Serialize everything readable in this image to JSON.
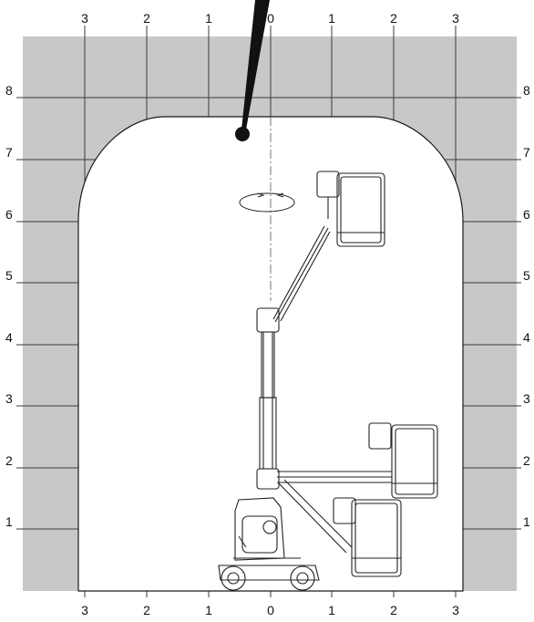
{
  "x_axis": {
    "top_ticks": [
      "3",
      "2",
      "1",
      "0",
      "1",
      "2",
      "3"
    ],
    "bottom_ticks": [
      "3",
      "2",
      "1",
      "0",
      "1",
      "2",
      "3"
    ]
  },
  "y_axis": {
    "left_ticks": [
      "8",
      "7",
      "6",
      "5",
      "4",
      "3",
      "2",
      "1"
    ],
    "right_ticks": [
      "8",
      "7",
      "6",
      "5",
      "4",
      "3",
      "2",
      "1"
    ]
  },
  "colors": {
    "grey_zone": "#c8c8c8",
    "grid_line": "#3a3a3a",
    "machine_line": "#222222",
    "background": "#ffffff"
  },
  "icons": [
    "rotation-arrows-icon",
    "pointer-needle-icon",
    "vertical-mast-lift-icon"
  ]
}
